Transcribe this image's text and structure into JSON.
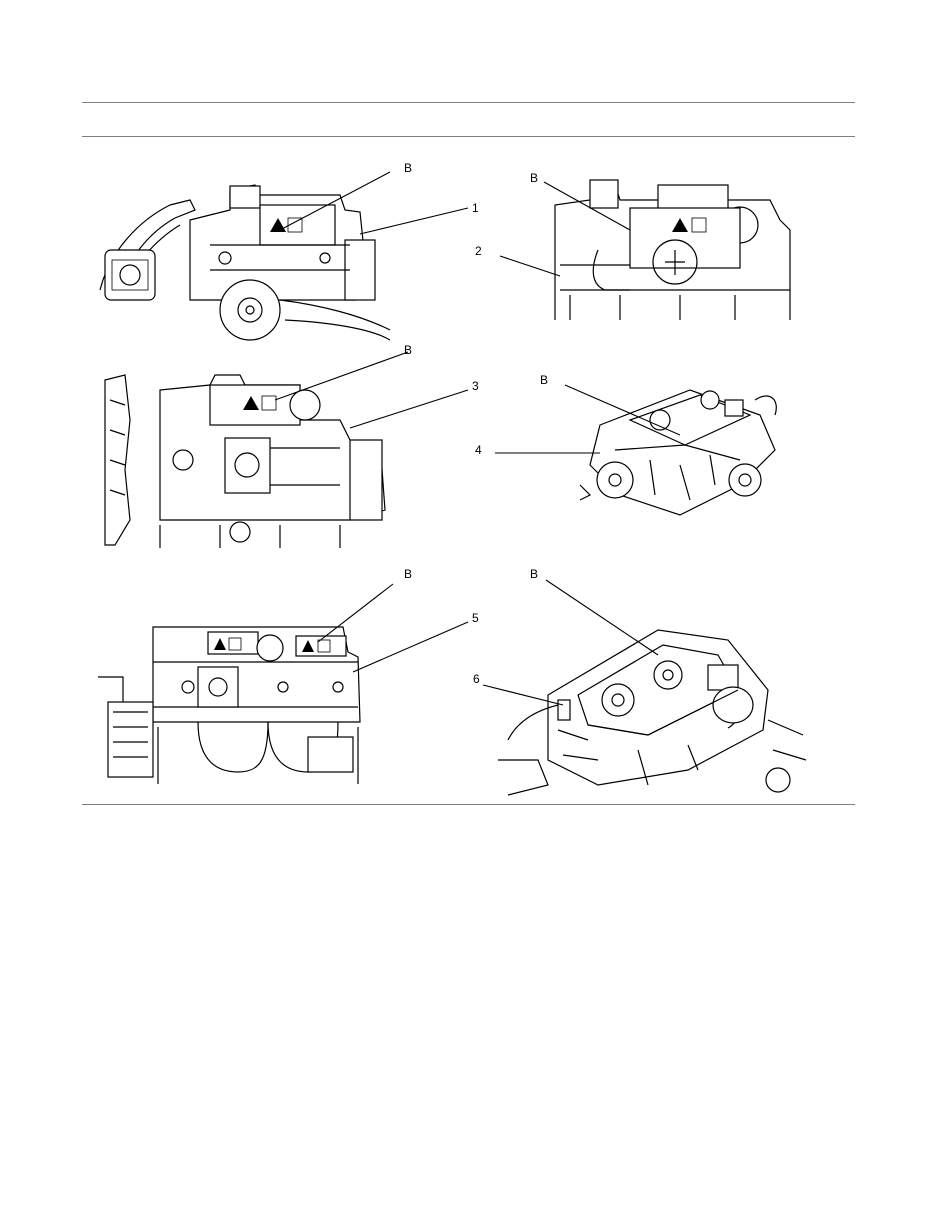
{
  "figures": [
    {
      "id": "view-1",
      "callouts": [
        {
          "label": "B"
        },
        {
          "label": "1"
        }
      ]
    },
    {
      "id": "view-2",
      "callouts": [
        {
          "label": "B"
        },
        {
          "label": "2"
        }
      ]
    },
    {
      "id": "view-3",
      "callouts": [
        {
          "label": "B"
        },
        {
          "label": "3"
        }
      ]
    },
    {
      "id": "view-4",
      "callouts": [
        {
          "label": "B"
        },
        {
          "label": "4"
        }
      ]
    },
    {
      "id": "view-5",
      "callouts": [
        {
          "label": "B"
        },
        {
          "label": "5"
        }
      ]
    },
    {
      "id": "view-6",
      "callouts": [
        {
          "label": "B"
        },
        {
          "label": "6"
        }
      ]
    }
  ]
}
